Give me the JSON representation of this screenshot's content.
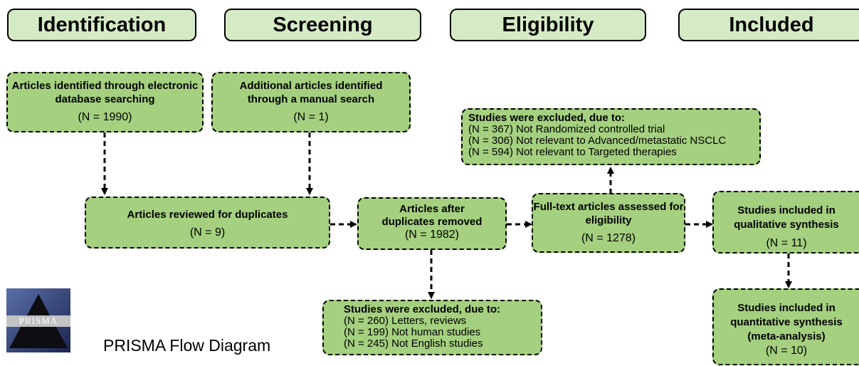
{
  "stages": [
    "Identification",
    "Screening",
    "Eligibility",
    "Included"
  ],
  "boxes": {
    "db_search": {
      "title": "Articles identified through electronic database searching",
      "n": "(N = 1990)"
    },
    "manual_search": {
      "title": "Additional articles identified through a manual search",
      "n": "(N = 1)"
    },
    "duplicates_reviewed": {
      "title": "Articles reviewed for duplicates",
      "n": "(N = 9)"
    },
    "after_duplicates": {
      "title": "Articles after duplicates removed",
      "n": "(N = 1982)"
    },
    "fulltext": {
      "title": "Full-text articles assessed for eligibility",
      "n": "(N = 1278)"
    },
    "qualitative": {
      "title": "Studies included in qualitative synthesis",
      "n": "(N = 11)"
    },
    "quantitative": {
      "title": "Studies included in quantitative synthesis (meta-analysis)",
      "n": "(N = 10)"
    }
  },
  "exclusions_top": {
    "title": "Studies were excluded, due to:",
    "items": [
      "(N = 367) Not Randomized controlled trial",
      "(N = 306) Not relevant to Advanced/metastatic NSCLC",
      "(N = 594) Not relevant to Targeted therapies"
    ]
  },
  "exclusions_bottom": {
    "title": "Studies were excluded, due to:",
    "items": [
      "(N = 260) Letters, reviews",
      "(N = 199) Not human studies",
      "(N = 245) Not English studies"
    ]
  },
  "logo_text": "PRISMA",
  "caption": "PRISMA Flow Diagram"
}
